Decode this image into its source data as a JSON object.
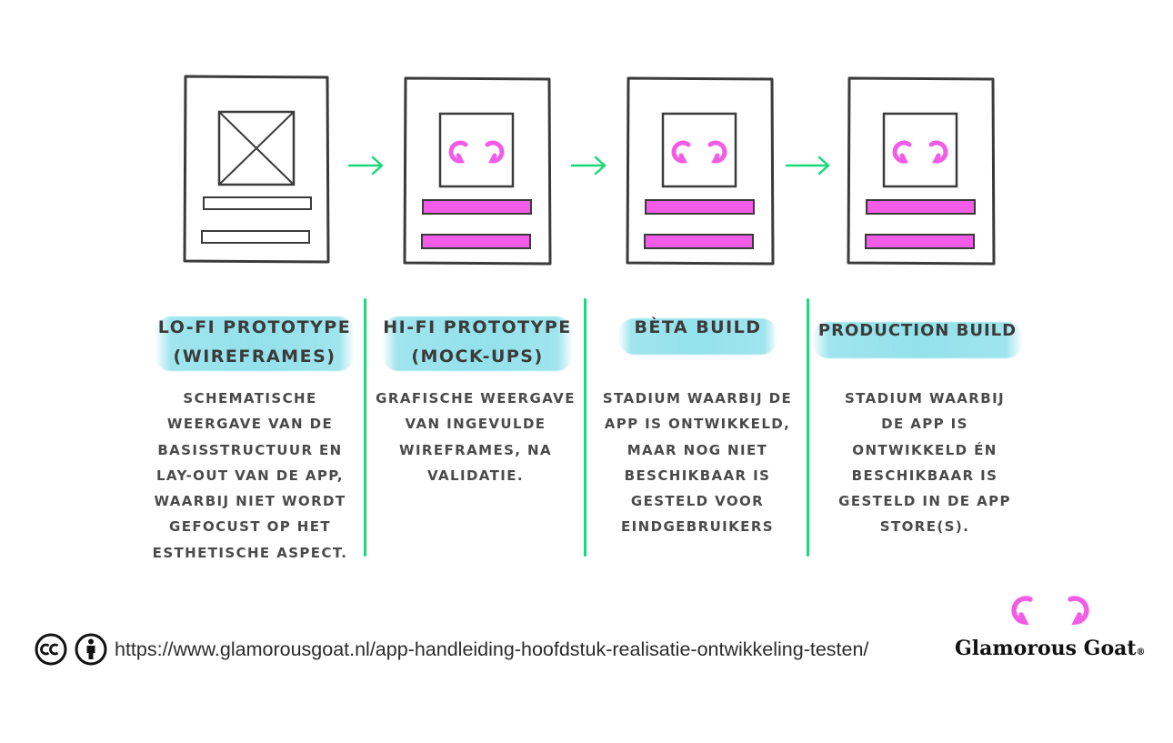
{
  "colors": {
    "accent_pink": "#f25ce6",
    "arrow_green": "#19d97a",
    "highlight_blue": "#80dce8",
    "ink": "#3b3b3b"
  },
  "arrows": [
    {
      "icon": "arrow-right-icon"
    },
    {
      "icon": "arrow-right-icon"
    },
    {
      "icon": "arrow-right-icon"
    }
  ],
  "stages": [
    {
      "frame": "wireframe",
      "title_lines": [
        "Lo-fi prototype",
        "(wireframes)"
      ],
      "desc_lines": [
        "Schematische",
        "weergave van de",
        "basisstructuur en",
        "lay-out van de app,",
        "waarbij niet wordt",
        "gefocust op het",
        "esthetische aspect."
      ]
    },
    {
      "frame": "mockup",
      "title_lines": [
        "Hi-fi prototype",
        "(mock-ups)"
      ],
      "desc_lines": [
        "Grafische weergave",
        "van ingevulde",
        "wireframes, na",
        "validatie."
      ]
    },
    {
      "frame": "mockup",
      "title_lines": [
        "Bèta build"
      ],
      "desc_lines": [
        "Stadium waarbij de",
        "app is ontwikkeld,",
        "maar nog niet",
        "beschikbaar is",
        "gesteld voor",
        "eindgebruikers"
      ]
    },
    {
      "frame": "mockup",
      "title_lines": [
        "Production build"
      ],
      "desc_lines": [
        "Stadium waarbij",
        "de app is",
        "ontwikkeld én",
        "beschikbaar is",
        "gesteld in de app",
        "store(s)."
      ]
    }
  ],
  "footer": {
    "license_icons": [
      "cc-icon",
      "by-person-icon"
    ],
    "url": "https://www.glamorousgoat.nl/app-handleiding-hoofdstuk-realisatie-ontwikkeling-testen/",
    "brand_name": "Glamorous Goat",
    "brand_mark": "®"
  }
}
